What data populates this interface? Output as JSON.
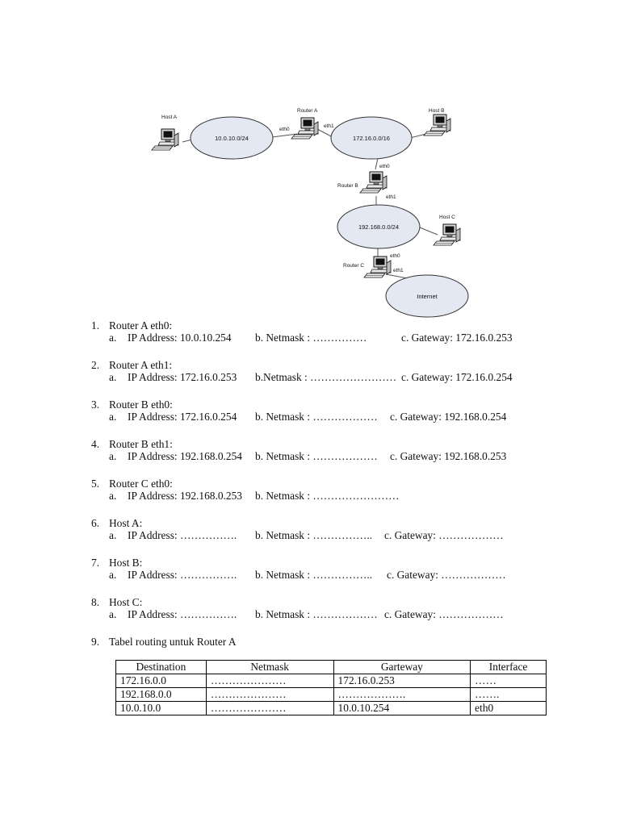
{
  "diagram": {
    "networks": {
      "net_a": "10.0.10.0/24",
      "net_b": "172.16.0.0/16",
      "net_c": "192.168.0.0/24",
      "internet": "Internet"
    },
    "devices": {
      "host_a": "Host A",
      "host_b": "Host B",
      "host_c": "Host C",
      "router_a": "Router A",
      "router_b": "Router B",
      "router_c": "Router C"
    },
    "ports": {
      "ra_eth0": "eth0",
      "ra_eth1": "eth1",
      "rb_eth0": "eth0",
      "rb_eth1": "eth1",
      "rc_eth0": "eth0",
      "rc_eth1": "eth1"
    }
  },
  "questions": [
    {
      "num": "1.",
      "title": "Router A eth0:",
      "letter": "a.",
      "ip": "IP Address: 10.0.10.254",
      "netmask": "b. Netmask : ……………",
      "gateway": "c. Gateway: 172.16.0.253"
    },
    {
      "num": "2.",
      "title": "Router A eth1:",
      "letter": "a.",
      "ip": "IP Address: 172.16.0.253",
      "netmask": "b.Netmask : ……………………",
      "gateway": "c. Gateway: 172.16.0.254"
    },
    {
      "num": "3.",
      "title": "Router B eth0:",
      "letter": "a.",
      "ip": "IP Address: 172.16.0.254",
      "netmask": "b. Netmask : ………………",
      "gateway": "c. Gateway: 192.168.0.254"
    },
    {
      "num": "4.",
      "title": "Router B eth1:",
      "letter": "a.",
      "ip": "IP Address: 192.168.0.254",
      "netmask": "b. Netmask : ………………",
      "gateway": "c. Gateway: 192.168.0.253"
    },
    {
      "num": "5.",
      "title": "Router C eth0:",
      "letter": "a.",
      "ip": "IP Address: 192.168.0.253",
      "netmask": "b. Netmask : ……………………",
      "gateway": ""
    },
    {
      "num": "6.",
      "title": "Host A:",
      "letter": "a.",
      "ip": "IP Address:  …………….",
      "netmask": "b.  Netmask : ……………..",
      "gateway": "c. Gateway: ………………"
    },
    {
      "num": "7.",
      "title": "Host B:",
      "letter": "a.",
      "ip": "IP Address:  …………….",
      "netmask": "b.  Netmask : ……………..",
      "gateway": "c. Gateway:  ………………"
    },
    {
      "num": "8.",
      "title": "Host C:",
      "letter": "a.",
      "ip": "IP Address:  …………….",
      "netmask": "b.  Netmask : ………………",
      "gateway": "c.  Gateway:  ………………"
    },
    {
      "num": "9.",
      "title": "Tabel routing untuk Router A",
      "letter": "",
      "ip": "",
      "netmask": "",
      "gateway": ""
    }
  ],
  "routing_table": {
    "headers": [
      "Destination",
      "Netmask",
      "Garteway",
      "Interface"
    ],
    "rows": [
      [
        "172.16.0.0",
        "…………………",
        "172.16.0.253",
        "……"
      ],
      [
        "192.168.0.0",
        "…………………",
        "……………….",
        "……."
      ],
      [
        "10.0.10.0",
        "…………………",
        "10.0.10.254",
        "eth0"
      ]
    ]
  }
}
